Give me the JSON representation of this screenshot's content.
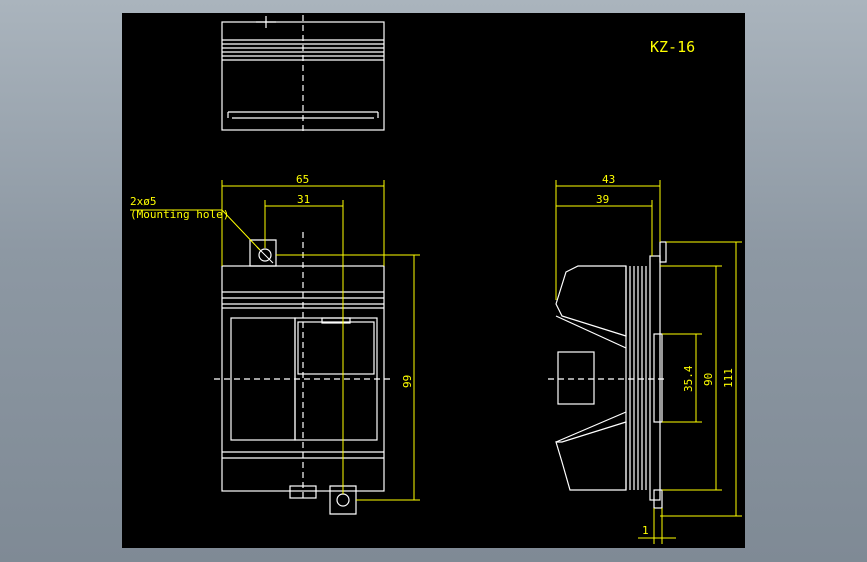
{
  "title_block": {
    "model": "KZ-16"
  },
  "annotations": {
    "hole_spec": "2xø5",
    "hole_note": "(Mounting hole)"
  },
  "front_view_dimensions": {
    "overall_width": "65",
    "hole_spacing": "31",
    "overall_height": "99"
  },
  "side_view_dimensions": {
    "overall_depth": "43",
    "body_depth": "39",
    "rail_width": "35.4",
    "body_height": "90",
    "overall_height": "111",
    "offset": "1"
  },
  "colors": {
    "background": "#000000",
    "outline": "#ffffff",
    "dimension": "#ffff00",
    "frame": "#9aa4ae"
  }
}
